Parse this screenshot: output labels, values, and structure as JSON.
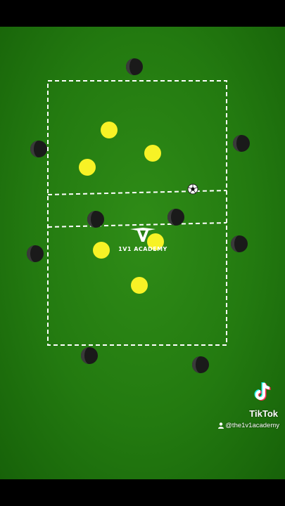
{
  "colors": {
    "pitch": "#237a10",
    "lines": "#ffffff",
    "attacker": "#f7f226",
    "defender": "#1a1a1a",
    "letterbox": "#000000"
  },
  "diagram": {
    "players": [
      {
        "team": "defender"
      },
      {
        "team": "defender"
      },
      {
        "team": "defender"
      },
      {
        "team": "defender"
      },
      {
        "team": "defender"
      },
      {
        "team": "defender"
      },
      {
        "team": "defender"
      },
      {
        "team": "defender"
      },
      {
        "team": "defender"
      },
      {
        "team": "attacker"
      },
      {
        "team": "attacker"
      },
      {
        "team": "attacker"
      },
      {
        "team": "attacker"
      },
      {
        "team": "attacker"
      },
      {
        "team": "attacker"
      }
    ],
    "ball": {
      "icon": "soccer-ball-icon"
    }
  },
  "logo": {
    "text": "1V1 ACADEMY",
    "icon": "1v1-academy-logo-icon"
  },
  "watermark": {
    "brand": "TikTok",
    "handle": "@the1v1academy",
    "icon": "tiktok-logo-icon"
  }
}
